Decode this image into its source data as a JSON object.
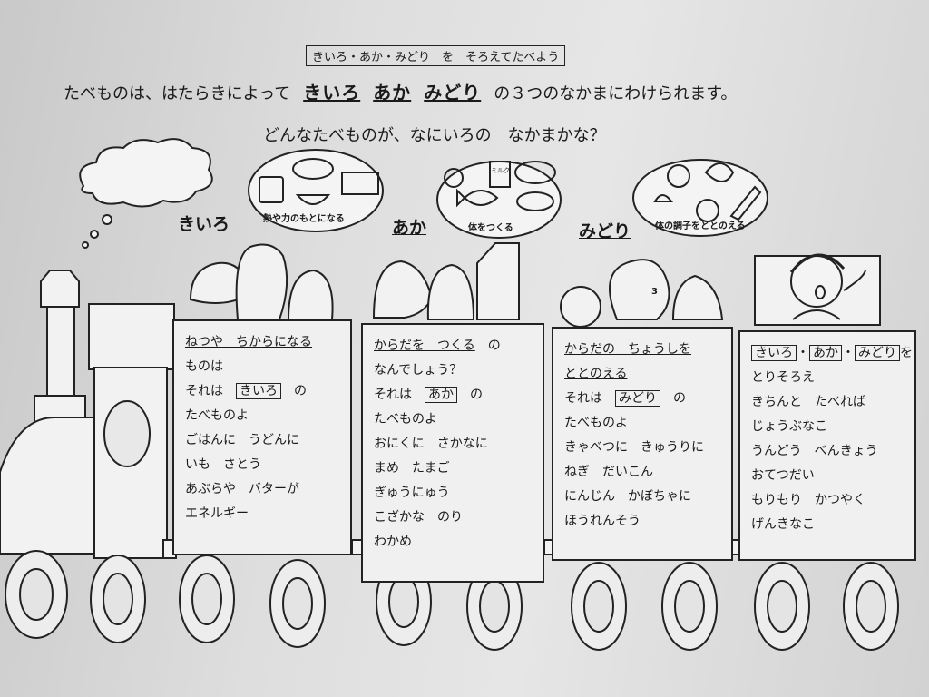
{
  "header": {
    "title": "きいろ・あか・みどり　を　そろえてたべよう",
    "intro_before": "たべものは、はたらきによって",
    "intro_kiiro": "きいろ",
    "intro_aka": "あか",
    "intro_midori": "みどり",
    "intro_after": "の３つのなかまにわけられます。",
    "question": "どんなたべものが、なにいろの　なかまかな？"
  },
  "categories": {
    "kiiro": {
      "label": "きいろ",
      "plate": "熱や力のもとになる"
    },
    "aka": {
      "label": "あか",
      "plate": "体をつくる"
    },
    "midori": {
      "label": "みどり",
      "plate": "体の調子をととのえる"
    }
  },
  "plate_food_labels": {
    "milk": "ミルク",
    "number": "3"
  },
  "cars": {
    "kiiro": {
      "heading1": "ねつや　ちからになる",
      "line2": "ものは",
      "which_pre": "それは",
      "which_word": "きいろ",
      "which_post": "の",
      "lines": [
        "たべものよ",
        "ごはんに　うどんに",
        "いも　さとう",
        "あぶらや　バターが",
        "エネルギー"
      ]
    },
    "aka": {
      "heading1": "からだを　つくる",
      "heading1_tail": "の",
      "line2": "なんでしょう？",
      "which_pre": "それは",
      "which_word": "あか",
      "which_post": "の",
      "lines": [
        "たべものよ",
        "おにくに　さかなに",
        "まめ　たまご",
        "ぎゅうにゅう",
        "こざかな　のり",
        "わかめ"
      ]
    },
    "midori": {
      "heading1": "からだの　ちょうしを",
      "heading2": "ととのえる",
      "which_pre": "それは",
      "which_word": "みどり",
      "which_post": "の",
      "lines": [
        "たべものよ",
        "きゃべつに　きゅうりに",
        "ねぎ　だいこん",
        "にんじん　かぼちゃに",
        "ほうれんそう"
      ]
    },
    "last": {
      "word1": "きいろ",
      "word2": "あか",
      "word3": "みどり",
      "sep": "・",
      "tail": "を",
      "lines": [
        "とりそろえ",
        "きちんと　たべれば",
        "じょうぶなこ",
        "うんどう　べんきょう",
        "おてつだい",
        "もりもり　かつやく",
        "げんきなこ"
      ]
    }
  }
}
